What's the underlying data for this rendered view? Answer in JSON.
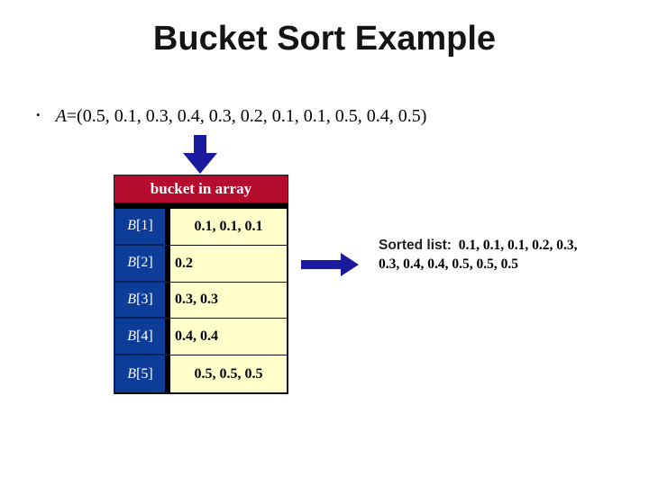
{
  "slide": {
    "title": "Bucket Sort Example",
    "bullet": {
      "marker": "•",
      "var": "A",
      "rest": "=(0.5, 0.1, 0.3, 0.4, 0.3, 0.2, 0.1, 0.1, 0.5, 0.4, 0.5)"
    },
    "table": {
      "header": "bucket in array",
      "rows": [
        {
          "var": "B",
          "index": "[1]",
          "values": "0.1, 0.1, 0.1"
        },
        {
          "var": "B",
          "index": "[2]",
          "values": "0.2"
        },
        {
          "var": "B",
          "index": "[3]",
          "values": "0.3, 0.3"
        },
        {
          "var": "B",
          "index": "[4]",
          "values": "0.4, 0.4"
        },
        {
          "var": "B",
          "index": "[5]",
          "values": "0.5, 0.5, 0.5"
        }
      ]
    },
    "sorted": {
      "label": "Sorted list:",
      "line1": "0.1, 0.1, 0.1, 0.2, 0.3,",
      "line2": "0.3, 0.4, 0.4, 0.5, 0.5, 0.5"
    },
    "icons": {
      "down_arrow": "down-arrow",
      "right_arrow": "right-arrow"
    },
    "colors": {
      "header_red": "#B60D2F",
      "bucket_blue": "#0D3C99",
      "cell_cream": "#FFFFCC",
      "arrow_navy": "#1B1A9C",
      "text_black": "#000000"
    }
  }
}
